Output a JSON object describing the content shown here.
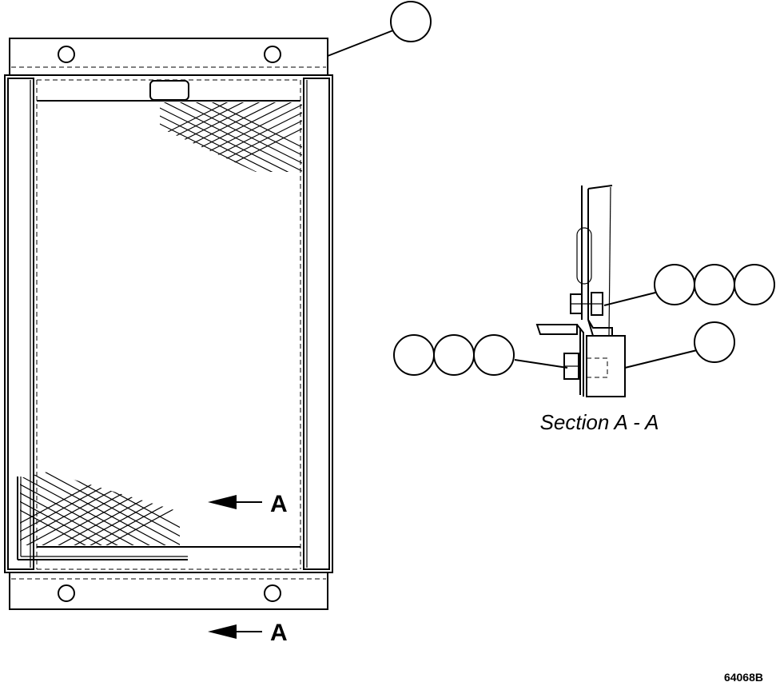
{
  "diagram": {
    "view_arrow_upper_label": "A",
    "view_arrow_lower_label": "A",
    "section_title": "Section A - A",
    "figure_number": "64068B",
    "callouts": {
      "top_right": [
        ""
      ],
      "right_group": [
        "",
        "",
        ""
      ],
      "left_group": [
        "",
        "",
        ""
      ],
      "single": [
        ""
      ]
    }
  }
}
